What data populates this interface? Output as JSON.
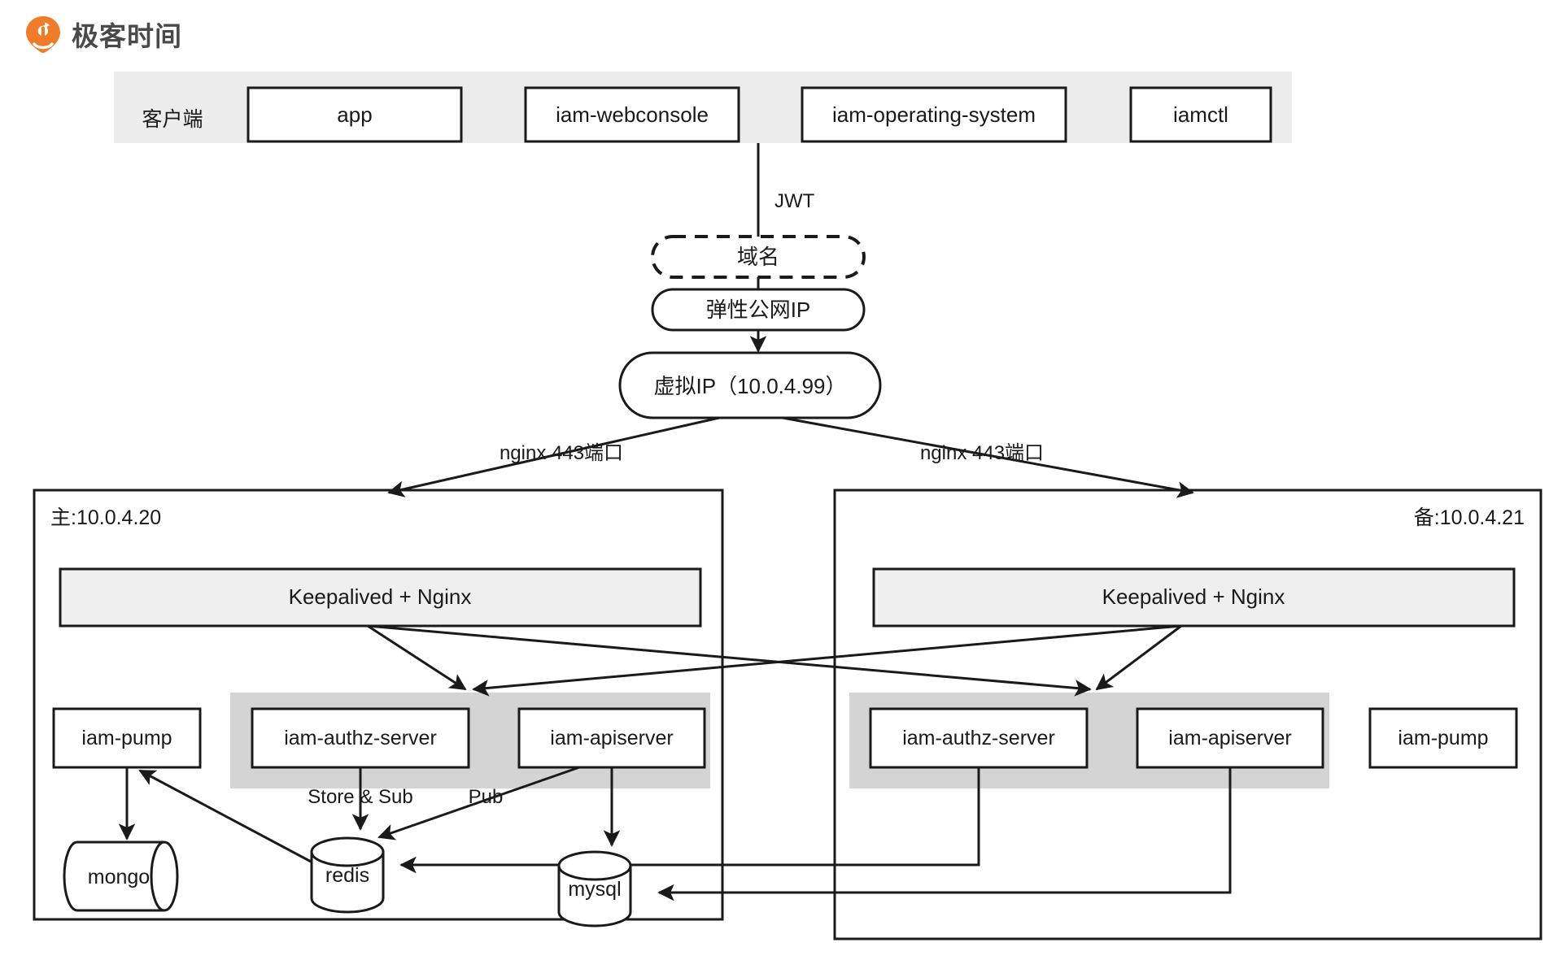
{
  "brand": {
    "name": "极客时间",
    "logo_icon": "geek-time-logo-icon",
    "logo_color": "#EE7C28"
  },
  "client_band": {
    "label": "客户端",
    "items": [
      {
        "label": "app"
      },
      {
        "label": "iam-webconsole"
      },
      {
        "label": "iam-operating-system"
      },
      {
        "label": "iamctl"
      }
    ]
  },
  "ingress": {
    "jwt_label": "JWT",
    "domain": "域名",
    "public_ip": "弹性公网IP",
    "virtual_ip": "虚拟IP（10.0.4.99）",
    "nginx_left_label": "nginx 443端口",
    "nginx_right_label": "nginx 443端口"
  },
  "hosts": {
    "primary": {
      "header": "主:10.0.4.20",
      "gateway": "Keepalived + Nginx",
      "pump": "iam-pump",
      "authz": "iam-authz-server",
      "apiserver": "iam-apiserver"
    },
    "backup": {
      "header": "备:10.0.4.21",
      "gateway": "Keepalived  + Nginx",
      "pump": "iam-pump",
      "authz": "iam-authz-server",
      "apiserver": "iam-apiserver"
    }
  },
  "stores": {
    "mongo": "mongo",
    "redis": "redis",
    "mysql": "mysql"
  },
  "edges": {
    "store_sub": "Store & Sub",
    "pub": "Pub"
  },
  "colors": {
    "stroke": "#1a1a1a",
    "band": "#ececec",
    "band_dark": "#d4d4d4",
    "node_fill": "#ffffff",
    "gateway_fill": "#efefef"
  }
}
